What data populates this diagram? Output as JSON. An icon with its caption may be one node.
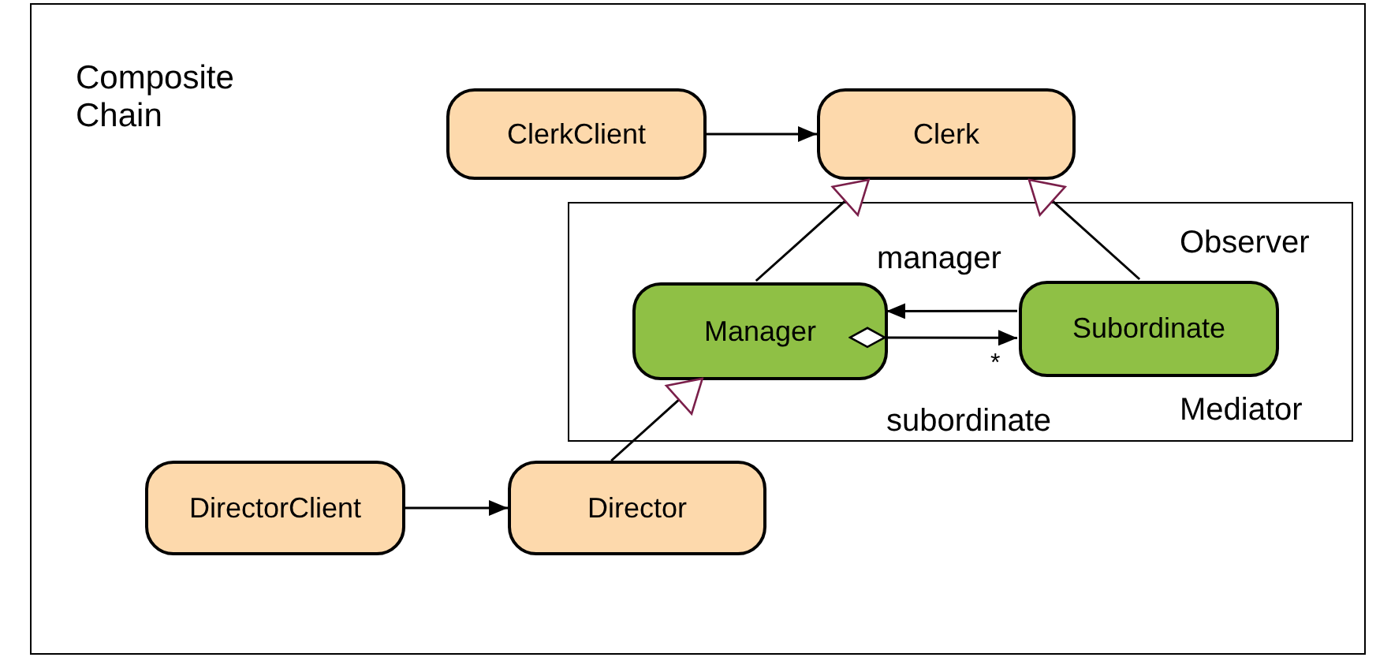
{
  "diagram": {
    "title": "Composite Chain",
    "nodes": [
      {
        "text": [
          "ClerkClient"
        ]
      },
      {
        "text": [
          "Clerk"
        ]
      },
      {
        "text": [
          "Observer",
          "Mediator"
        ]
      },
      {
        "text": [
          "Manager"
        ],
        "in": 2
      },
      {
        "text": [
          "Subordinate"
        ],
        "in": 2
      },
      {
        "text": [
          "DirectorClient"
        ]
      },
      {
        "text": [
          "Director"
        ]
      }
    ],
    "edges": [
      {
        "from": 0,
        "to": 1,
        "arrow": "to"
      },
      {
        "from": 3,
        "to": 1,
        "arrow": "to"
      },
      {
        "from": 4,
        "to": 1,
        "arrow": "to"
      },
      {
        "from": 4,
        "to": 3,
        "arrow": "to",
        "label": "manager"
      },
      {
        "from": 3,
        "to": 4,
        "arrow": "to",
        "label": "subordinate"
      },
      {
        "from": 5,
        "to": 6,
        "arrow": "to"
      },
      {
        "from": 6,
        "to": 3,
        "arrow": "to"
      }
    ],
    "labels": [
      "*"
    ]
  }
}
